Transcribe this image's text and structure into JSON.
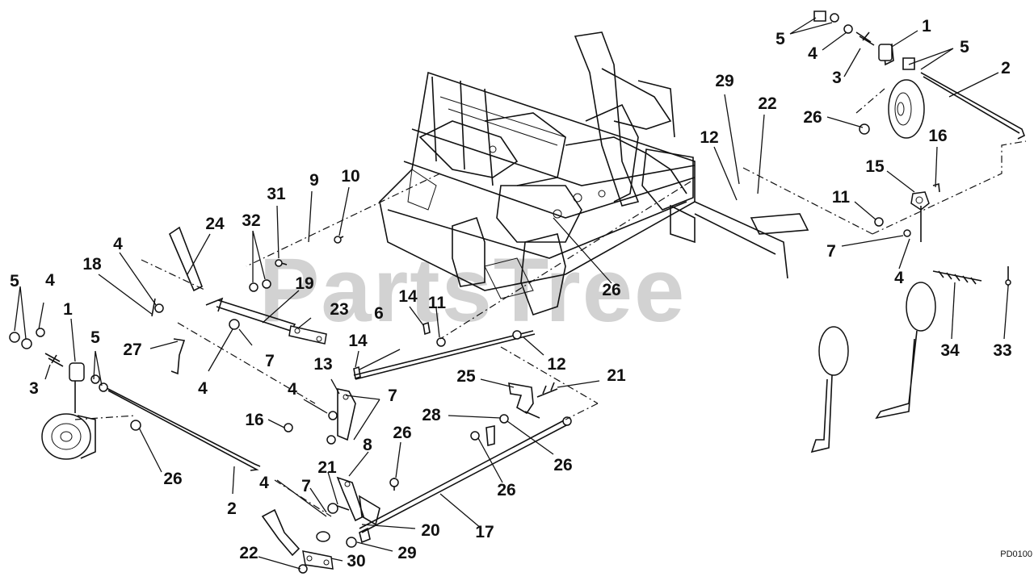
{
  "watermark": "PartsTree",
  "figure_code": "PD0100",
  "callouts": {
    "c1": "5",
    "c2": "4",
    "c3": "1",
    "c4": "3",
    "c5": "5",
    "c6": "2",
    "c7": "29",
    "c8": "22",
    "c9": "26",
    "c10": "12",
    "c11": "16",
    "c12": "15",
    "c13": "11",
    "c14": "7",
    "c15": "4",
    "c16": "34",
    "c17": "33",
    "c18": "31",
    "c19": "9",
    "c20": "10",
    "c21": "24",
    "c22": "32",
    "c23": "4",
    "c24": "18",
    "c25": "19",
    "c26": "26",
    "c27": "23",
    "c28": "6",
    "c29": "14",
    "c30": "11",
    "c31": "14",
    "c32": "12",
    "c33": "5",
    "c34": "4",
    "c35": "1",
    "c36": "3",
    "c37": "27",
    "c38": "4",
    "c39": "7",
    "c40": "13",
    "c41": "4",
    "c42": "7",
    "c43": "16",
    "c44": "5",
    "c45": "26",
    "c46": "2",
    "c47": "21",
    "c48": "25",
    "c49": "28",
    "c50": "26",
    "c51": "26",
    "c52": "8",
    "c53": "26",
    "c54": "4",
    "c55": "21",
    "c56": "7",
    "c57": "20",
    "c58": "17",
    "c59": "22",
    "c60": "30",
    "c61": "29"
  }
}
